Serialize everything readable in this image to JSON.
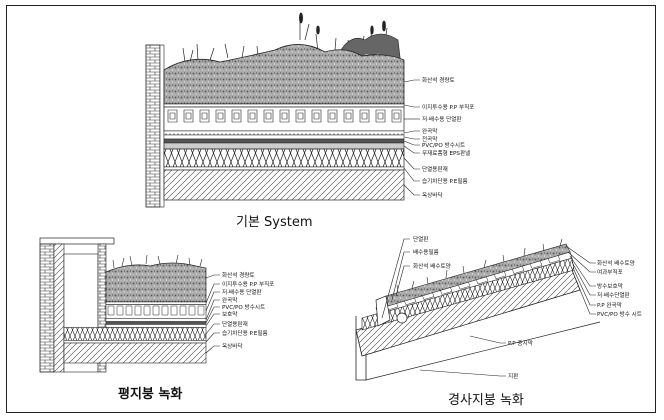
{
  "main_section": {
    "title": "기본 System",
    "labels": [
      "화산석 경량토",
      "이지투수용 P.P 부직포",
      "저·배수용 단열판",
      "완곡막",
      "전곡막",
      "PVC/PO 방수시트",
      "무재료폼형 EPS판넬",
      "단열용판재",
      "습기차단용 P.E필름",
      "옥상바닥"
    ]
  },
  "flat_section": {
    "title": "평지붕 녹화",
    "labels": [
      "화산석 경량토",
      "이지투수용 P.P 부직포",
      "저·배수용 단열판",
      "완곡막",
      "PVC/PO 방수시트",
      "보호막",
      "단열용판재",
      "습기차단용 P.E필름",
      "옥상바닥"
    ]
  },
  "slope_section": {
    "title": "경사지붕 녹화",
    "labels_left": [
      "단열판",
      "배수용필름",
      "화산석 배수토양"
    ],
    "labels_right": [
      "화산석 배수토양",
      "여과부직포",
      "방수보호막",
      "저·배수단열판",
      "P.P 완곡막",
      "PVC/PO 방수 시트"
    ],
    "labels_bottom": [
      "P.P 중지막",
      "지판"
    ]
  }
}
